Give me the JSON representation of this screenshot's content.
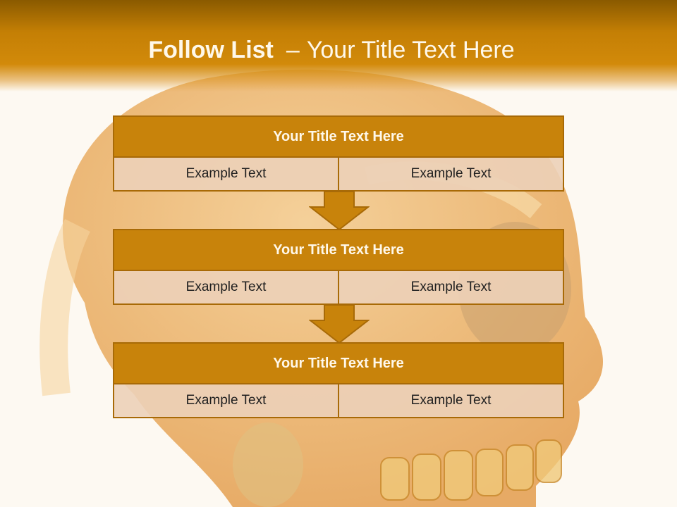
{
  "slide": {
    "title_bold": "Follow List",
    "title_dash": "–",
    "title_rest": "Your Title Text Here"
  },
  "colors": {
    "header_dark": "#8a5a00",
    "header_orange": "#d28a0a",
    "block_head": "#c8830b",
    "block_border": "#a86a07",
    "cell_fill": "#ecd0b8"
  },
  "blocks": [
    {
      "title": "Your Title Text Here",
      "items": [
        "Example Text",
        "Example Text"
      ]
    },
    {
      "title": "Your Title Text Here",
      "items": [
        "Example Text",
        "Example Text"
      ]
    },
    {
      "title": "Your Title Text Here",
      "items": [
        "Example Text",
        "Example Text"
      ]
    }
  ]
}
